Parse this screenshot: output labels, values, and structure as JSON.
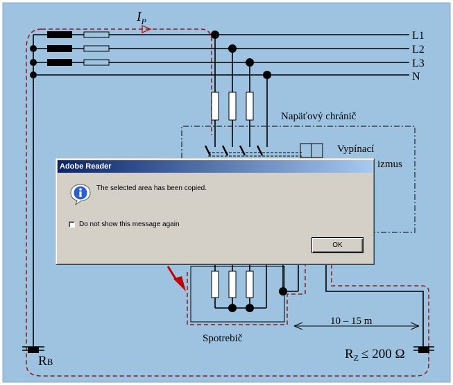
{
  "diagram": {
    "current_label": "I",
    "current_subscript": "P",
    "phase_labels": [
      "L1",
      "L2",
      "L3",
      "N"
    ],
    "surge_protector_label": "Napäťový chránič",
    "trip_label_line1": "Vypínací",
    "trip_label_line2": "izmus",
    "appliance_label": "Spotrebič",
    "distance_label": "10 – 15 m",
    "rb_label": "R",
    "rb_subscript": "B",
    "rz_label": "R",
    "rz_subscript": "Z",
    "rz_value": "≤ 200 Ω",
    "colors": {
      "background": "#9dc3e0",
      "loop": "#8b1a1a",
      "arrow": "#c00000"
    }
  },
  "dialog": {
    "title": "Adobe Reader",
    "icon": "info-icon",
    "message": "The selected area has been copied.",
    "checkbox_label": "Do not show this message again",
    "checkbox_checked": false,
    "ok_label": "OK"
  }
}
